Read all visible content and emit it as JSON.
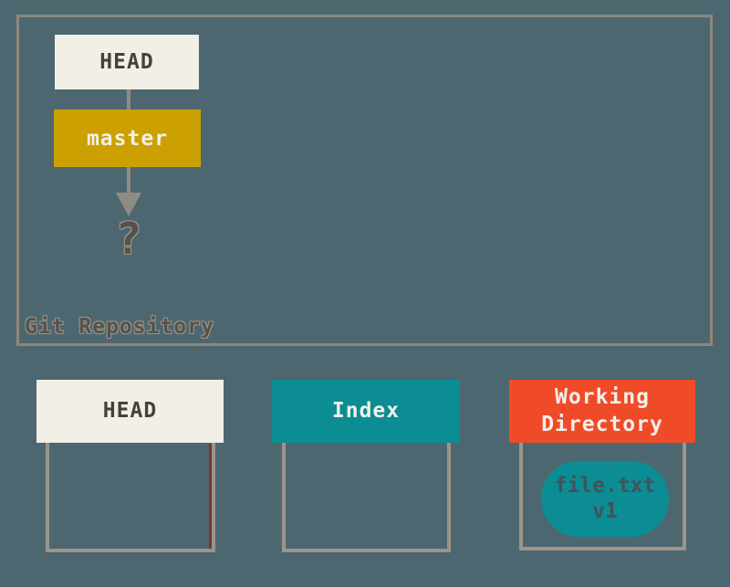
{
  "canvas": {
    "background": "#4D6770"
  },
  "repository": {
    "label": "Git Repository",
    "head_label": "HEAD",
    "branch_label": "master",
    "unknown_label": "?"
  },
  "columns": [
    {
      "id": "head",
      "label": "HEAD",
      "header_bg": "#F1EFE6",
      "label_color": "#46413B",
      "files": []
    },
    {
      "id": "index",
      "label": "Index",
      "header_bg": "#0B8D93",
      "label_color": "#F3F0E9",
      "files": []
    },
    {
      "id": "working-directory",
      "label": "Working Directory",
      "header_bg": "#F04B28",
      "label_color": "#F3F0E9",
      "files": [
        {
          "name": "file.txt",
          "version": "v1",
          "bg": "#0B8D93",
          "text_color": "#41535A"
        }
      ]
    }
  ],
  "colors": {
    "background": "#4D6770",
    "repo_border": "#8E8779",
    "box_border": "#9C948B",
    "connector": "#8F8B83",
    "cream": "#F1EFE6",
    "gold": "#CCA000",
    "teal": "#0B8D93",
    "red_orange": "#F04B28",
    "accent_line_red": "#7E352B",
    "dark_text": "#46413B",
    "light_text": "#F3F0E9",
    "muted_label": "#56524B"
  }
}
